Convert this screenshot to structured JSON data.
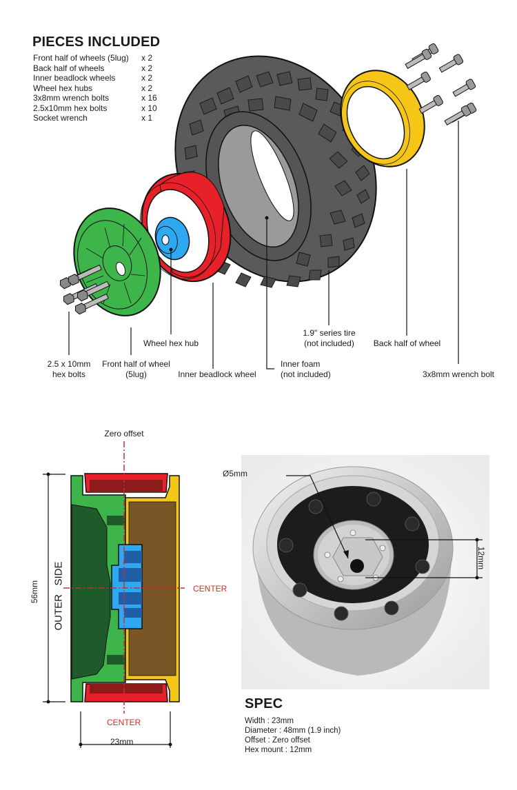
{
  "pieces": {
    "title": "PIECES INCLUDED",
    "items": [
      {
        "name": "Front half of wheels (5lug)",
        "qty": "x 2"
      },
      {
        "name": "Back half of wheels",
        "qty": "x 2"
      },
      {
        "name": "Inner beadlock wheels",
        "qty": "x 2"
      },
      {
        "name": "Wheel hex hubs",
        "qty": "x 2"
      },
      {
        "name": "3x8mm wrench bolts",
        "qty": "x 16"
      },
      {
        "name": "2.5x10mm hex bolts",
        "qty": "x 10"
      },
      {
        "name": "Socket wrench",
        "qty": "x 1"
      }
    ]
  },
  "exploded": {
    "labels": {
      "hex_bolts": [
        "2.5 x 10mm",
        "hex bolts"
      ],
      "front_half": [
        "Front half of wheel",
        "(5lug)"
      ],
      "hex_hub": "Wheel hex hub",
      "beadlock": "Inner beadlock wheel",
      "foam": [
        "Inner foam",
        "(not included)"
      ],
      "tire": [
        "1.9\" series tire",
        "(not included)"
      ],
      "back_half": "Back half of wheel",
      "wrench_bolt": "3x8mm wrench bolt"
    }
  },
  "section": {
    "zero_offset": "Zero offset",
    "center_right": "CENTER",
    "center_bottom": "CENTER",
    "outer_side": "OUTER   SIDE",
    "height_dim": "56mm",
    "width_dim": "23mm"
  },
  "photo": {
    "bore_label": "Ø5mm",
    "hex_dim": "12mm"
  },
  "spec": {
    "title": "SPEC",
    "lines": [
      "Width : 23mm",
      "Diameter : 48mm (1.9 inch)",
      "Offset : Zero offset",
      "Hex mount : 12mm"
    ]
  },
  "colors": {
    "front_half": "#3db54a",
    "beadlock": "#e8202a",
    "hub": "#2ea8f0",
    "back_half": "#f5c518",
    "tire": "#555555",
    "center_line": "#d42a2a"
  }
}
